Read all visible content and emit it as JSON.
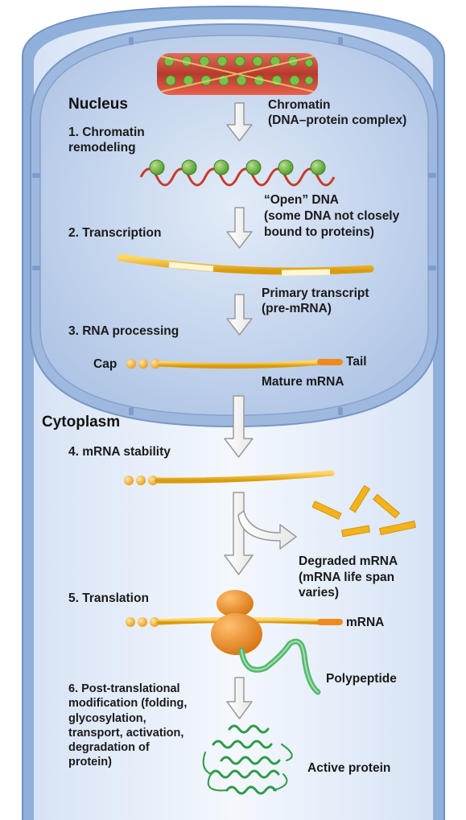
{
  "compartments": {
    "nucleus": "Nucleus",
    "cytoplasm": "Cytoplasm"
  },
  "steps": {
    "s1": "1. Chromatin\nremodeling",
    "s2": "2. Transcription",
    "s3": "3. RNA processing",
    "s4": "4. mRNA stability",
    "s5": "5. Translation",
    "s6": "6. Post-translational\nmodification (folding,\nglycosylation,\ntransport, activation,\ndegradation of\nprotein)"
  },
  "labels": {
    "chromatin": "Chromatin\n(DNA–protein complex)",
    "open_dna": "“Open” DNA\n(some DNA not closely\nbound to proteins)",
    "primary_transcript": "Primary transcript\n(pre-mRNA)",
    "cap": "Cap",
    "tail": "Tail",
    "mature_mrna": "Mature mRNA",
    "degraded_mrna": "Degraded mRNA\n(mRNA life span\nvaries)",
    "mrna": "mRNA",
    "polypeptide": "Polypeptide",
    "active_protein": "Active protein"
  },
  "colors": {
    "cell_membrane": "#7f9fcc",
    "cell_fill": "#e8f0fb",
    "nucleus_fill": "#c3d4ee",
    "mrna": "#f2b31c",
    "tail": "#f08a1c",
    "ribosome": "#f0982c",
    "protein": "#3aa05a"
  }
}
